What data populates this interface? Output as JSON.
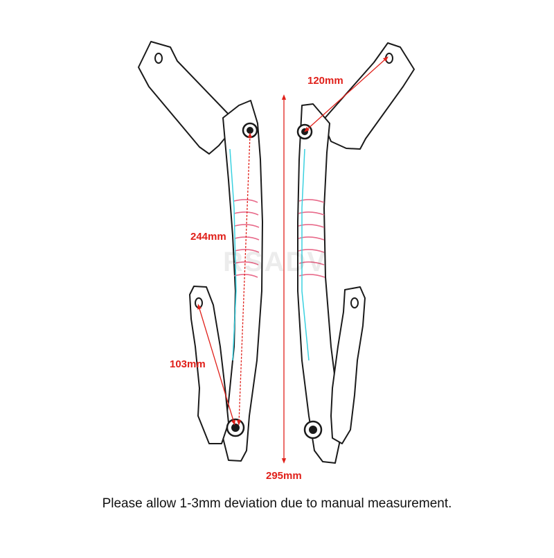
{
  "watermark": "RSADV",
  "dimensions": {
    "upper_arm": "120mm",
    "bar_length": "244mm",
    "lower_arm": "103mm",
    "overall_height": "295mm"
  },
  "note": "Please allow 1-3mm deviation due to manual measurement.",
  "colors": {
    "dimension": "#e0201a",
    "outline": "#1a1a1a",
    "highlight_cyan": "#3ad1e0",
    "highlight_pink": "#e86a8a",
    "background": "#ffffff"
  },
  "icons": [
    "bolt-icon",
    "arrow-head-icon"
  ]
}
